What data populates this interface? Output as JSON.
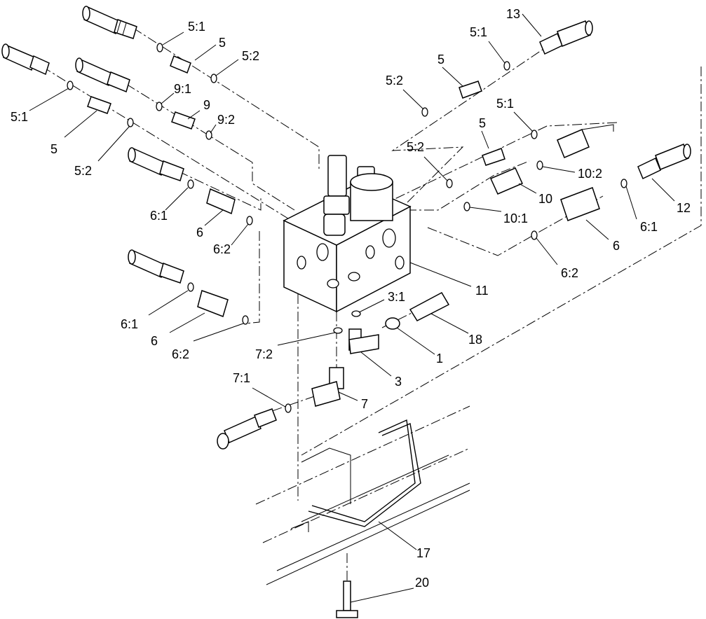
{
  "callouts": {
    "c_5_1_a": "5:1",
    "c_5_a": "5",
    "c_5_2_a": "5:2",
    "c_5_1_b": "5:1",
    "c_5_b": "5",
    "c_5_2_b": "5:2",
    "c_9_1": "9:1",
    "c_9": "9",
    "c_9_2": "9:2",
    "c_6_1_a": "6:1",
    "c_6_a": "6",
    "c_6_2_a": "6:2",
    "c_6_1_b": "6:1",
    "c_6_b": "6",
    "c_6_2_b": "6:2",
    "c_7_2": "7:2",
    "c_7_1": "7:1",
    "c_7": "7",
    "c_3_1": "3:1",
    "c_3": "3",
    "c_1": "1",
    "c_18": "18",
    "c_11": "11",
    "c_17": "17",
    "c_20": "20",
    "c_13": "13",
    "c_5_1_c": "5:1",
    "c_5_c": "5",
    "c_5_2_c": "5:2",
    "c_5_1_d": "5:1",
    "c_5_d": "5",
    "c_5_2_d": "5:2",
    "c_10_2": "10:2",
    "c_10": "10",
    "c_10_1": "10:1",
    "c_12": "12",
    "c_6_1_c": "6:1",
    "c_6_c": "6",
    "c_6_2_c": "6:2"
  }
}
